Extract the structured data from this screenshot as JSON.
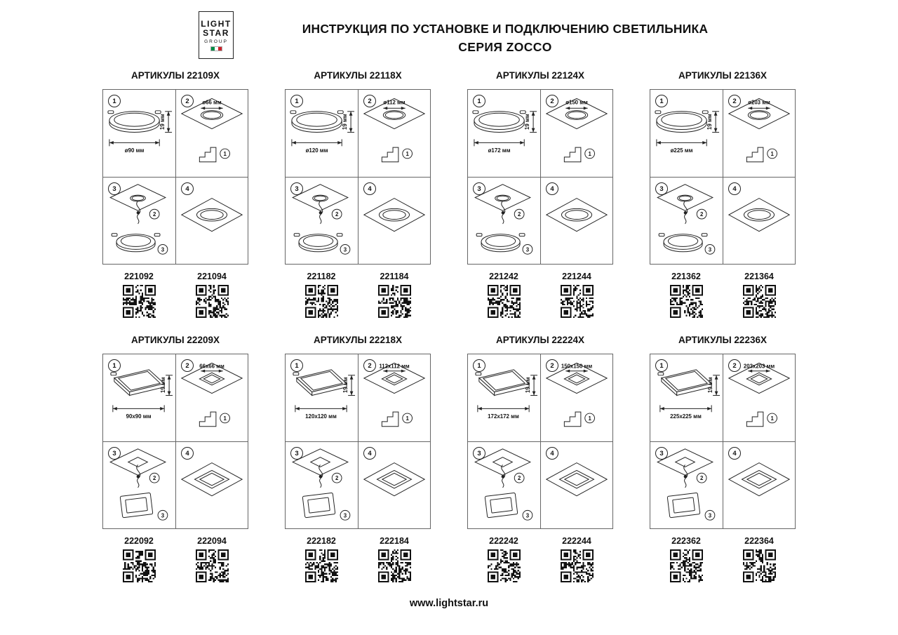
{
  "colors": {
    "ink": "#1a1a1a",
    "line": "#222222",
    "background": "#ffffff"
  },
  "header": {
    "logo": {
      "line1": "LIGHT",
      "line2": "STAR",
      "line3": "GROUP"
    },
    "title_line1": "ИНСТРУКЦИЯ ПО УСТАНОВКЕ И ПОДКЛЮЧЕНИЮ СВЕТИЛЬНИКА",
    "title_line2": "СЕРИЯ ZOCCO"
  },
  "step_labels": [
    "1",
    "2",
    "3",
    "4"
  ],
  "callout_labels": [
    "1",
    "2",
    "3"
  ],
  "rows": [
    {
      "panels": [
        {
          "shape": "round",
          "title": "АРТИКУЛЫ 22109X",
          "dim_width": "ø90 мм",
          "dim_height": "19 мм",
          "dim_hole": "ø66 мм",
          "articles": [
            "221092",
            "221094"
          ]
        },
        {
          "shape": "round",
          "title": "АРТИКУЛЫ 22118X",
          "dim_width": "ø120 мм",
          "dim_height": "19 мм",
          "dim_hole": "ø112 мм",
          "articles": [
            "221182",
            "221184"
          ]
        },
        {
          "shape": "round",
          "title": "АРТИКУЛЫ 22124X",
          "dim_width": "ø172 мм",
          "dim_height": "19 мм",
          "dim_hole": "ø150 мм",
          "articles": [
            "221242",
            "221244"
          ]
        },
        {
          "shape": "round",
          "title": "АРТИКУЛЫ 22136X",
          "dim_width": "ø225 мм",
          "dim_height": "19 мм",
          "dim_hole": "ø203 мм",
          "articles": [
            "221362",
            "221364"
          ]
        }
      ]
    },
    {
      "panels": [
        {
          "shape": "square",
          "title": "АРТИКУЛЫ 22209X",
          "dim_width": "90x90 мм",
          "dim_height": "19 мм",
          "dim_hole": "66x66 мм",
          "articles": [
            "222092",
            "222094"
          ]
        },
        {
          "shape": "square",
          "title": "АРТИКУЛЫ 22218X",
          "dim_width": "120x120 мм",
          "dim_height": "19 мм",
          "dim_hole": "112x112 мм",
          "articles": [
            "222182",
            "222184"
          ]
        },
        {
          "shape": "square",
          "title": "АРТИКУЛЫ 22224X",
          "dim_width": "172x172 мм",
          "dim_height": "19 мм",
          "dim_hole": "150x150 мм",
          "articles": [
            "222242",
            "222244"
          ]
        },
        {
          "shape": "square",
          "title": "АРТИКУЛЫ 22236X",
          "dim_width": "225x225 мм",
          "dim_height": "19 мм",
          "dim_hole": "203x203 мм",
          "articles": [
            "222362",
            "222364"
          ]
        }
      ]
    }
  ],
  "footer": {
    "website": "www.lightstar.ru"
  }
}
